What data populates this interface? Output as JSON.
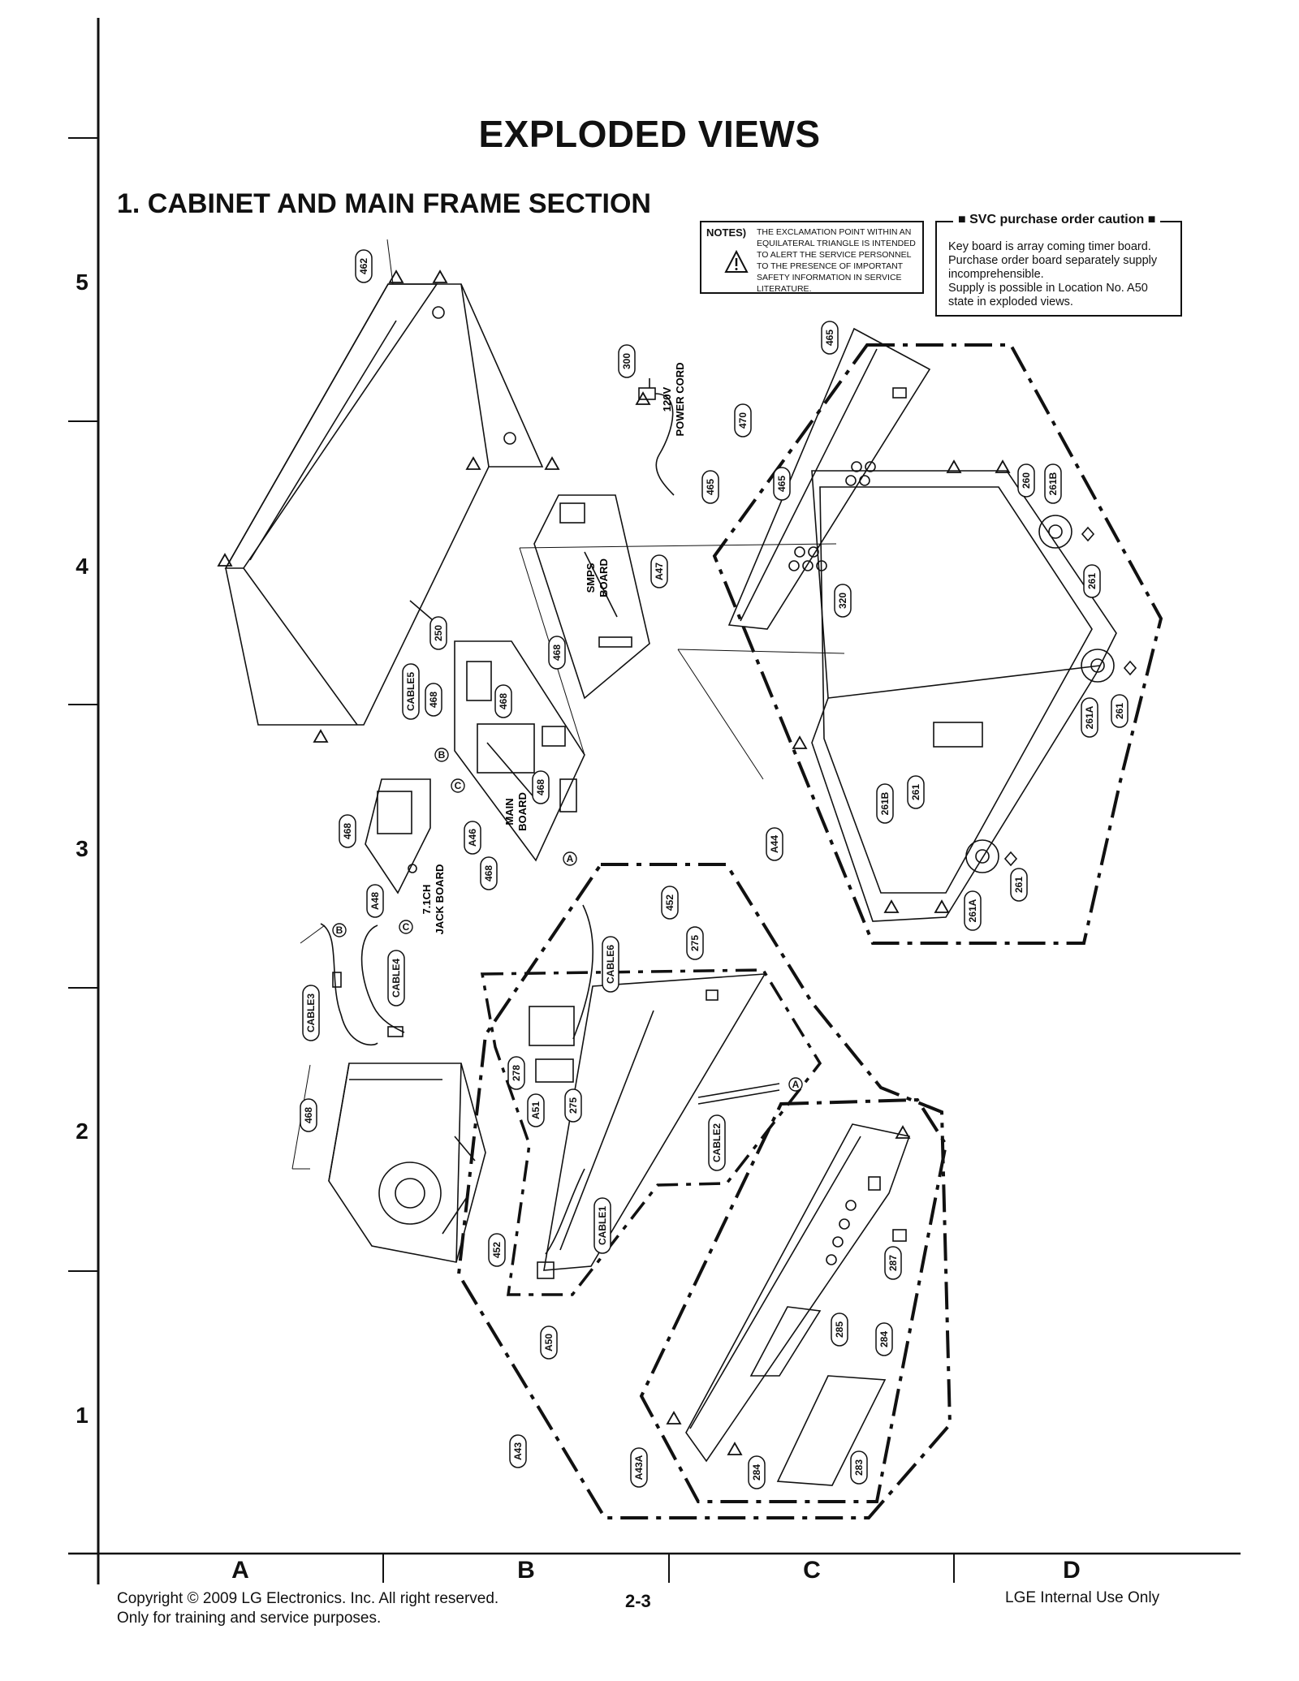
{
  "page": {
    "title": "EXPLODED VIEWS",
    "section": "1. CABINET AND MAIN FRAME SECTION"
  },
  "notes": {
    "label": "NOTES)",
    "lines": [
      "THE EXCLAMATION POINT WITHIN AN",
      "EQUILATERAL TRIANGLE IS INTENDED",
      "TO ALERT THE SERVICE PERSONNEL",
      "TO THE PRESENCE OF IMPORTANT",
      "SAFETY INFORMATION IN SERVICE",
      "LITERATURE."
    ]
  },
  "svc_caution": {
    "title": "SVC purchase order caution",
    "lines": [
      "Key board is array coming timer board.",
      "Purchase order board separately supply",
      "incomprehensible.",
      "Supply is possible in Location No. A50",
      "state in exploded views."
    ]
  },
  "grid": {
    "rows": [
      "5",
      "4",
      "3",
      "2",
      "1"
    ],
    "columns": [
      "A",
      "B",
      "C",
      "D"
    ]
  },
  "parts": [
    {
      "id": "p462",
      "label": "462"
    },
    {
      "id": "p300",
      "label": "300"
    },
    {
      "id": "p465a",
      "label": "465"
    },
    {
      "id": "p470",
      "label": "470"
    },
    {
      "id": "p465b",
      "label": "465"
    },
    {
      "id": "p465c",
      "label": "465"
    },
    {
      "id": "p260",
      "label": "260"
    },
    {
      "id": "p261B_a",
      "label": "261B"
    },
    {
      "id": "p261_a",
      "label": "261"
    },
    {
      "id": "pA47",
      "label": "A47"
    },
    {
      "id": "p320",
      "label": "320"
    },
    {
      "id": "p250",
      "label": "250"
    },
    {
      "id": "p468a",
      "label": "468"
    },
    {
      "id": "pCABLE5",
      "label": "CABLE5"
    },
    {
      "id": "p468b",
      "label": "468"
    },
    {
      "id": "p468c",
      "label": "468"
    },
    {
      "id": "p261A_a",
      "label": "261A"
    },
    {
      "id": "p261_b",
      "label": "261"
    },
    {
      "id": "p468d",
      "label": "468"
    },
    {
      "id": "p468e",
      "label": "468"
    },
    {
      "id": "pA46",
      "label": "A46"
    },
    {
      "id": "p468f",
      "label": "468"
    },
    {
      "id": "pA44",
      "label": "A44"
    },
    {
      "id": "p261B_b",
      "label": "261B"
    },
    {
      "id": "p261_c",
      "label": "261"
    },
    {
      "id": "pA48",
      "label": "A48"
    },
    {
      "id": "p261A_b",
      "label": "261A"
    },
    {
      "id": "p261_d",
      "label": "261"
    },
    {
      "id": "p452a",
      "label": "452"
    },
    {
      "id": "p275a",
      "label": "275"
    },
    {
      "id": "pCABLE6",
      "label": "CABLE6"
    },
    {
      "id": "pCABLE4",
      "label": "CABLE4"
    },
    {
      "id": "pCABLE3",
      "label": "CABLE3"
    },
    {
      "id": "p278",
      "label": "278"
    },
    {
      "id": "pA51",
      "label": "A51"
    },
    {
      "id": "p275b",
      "label": "275"
    },
    {
      "id": "p468g",
      "label": "468"
    },
    {
      "id": "pCABLE2",
      "label": "CABLE2"
    },
    {
      "id": "pCABLE1",
      "label": "CABLE1"
    },
    {
      "id": "p452b",
      "label": "452"
    },
    {
      "id": "p287",
      "label": "287"
    },
    {
      "id": "pA50",
      "label": "A50"
    },
    {
      "id": "p285",
      "label": "285"
    },
    {
      "id": "p284a",
      "label": "284"
    },
    {
      "id": "pA43",
      "label": "A43"
    },
    {
      "id": "pA43A",
      "label": "A43A"
    },
    {
      "id": "p284b",
      "label": "284"
    },
    {
      "id": "p283",
      "label": "283"
    }
  ],
  "connectors": [
    "A",
    "B",
    "C",
    "B",
    "C",
    "A"
  ],
  "boards": {
    "power_cord": [
      "120V",
      "POWER CORD"
    ],
    "smps": [
      "SMPS",
      "BOARD"
    ],
    "main": [
      "MAIN",
      "BOARD"
    ],
    "jack": [
      "7.1CH",
      "JACK BOARD"
    ]
  },
  "footer": {
    "copyright": "Copyright © 2009 LG Electronics. Inc. All right reserved.",
    "purpose": "Only for training and service purposes.",
    "page_number": "2-3",
    "internal": "LGE Internal Use Only"
  }
}
